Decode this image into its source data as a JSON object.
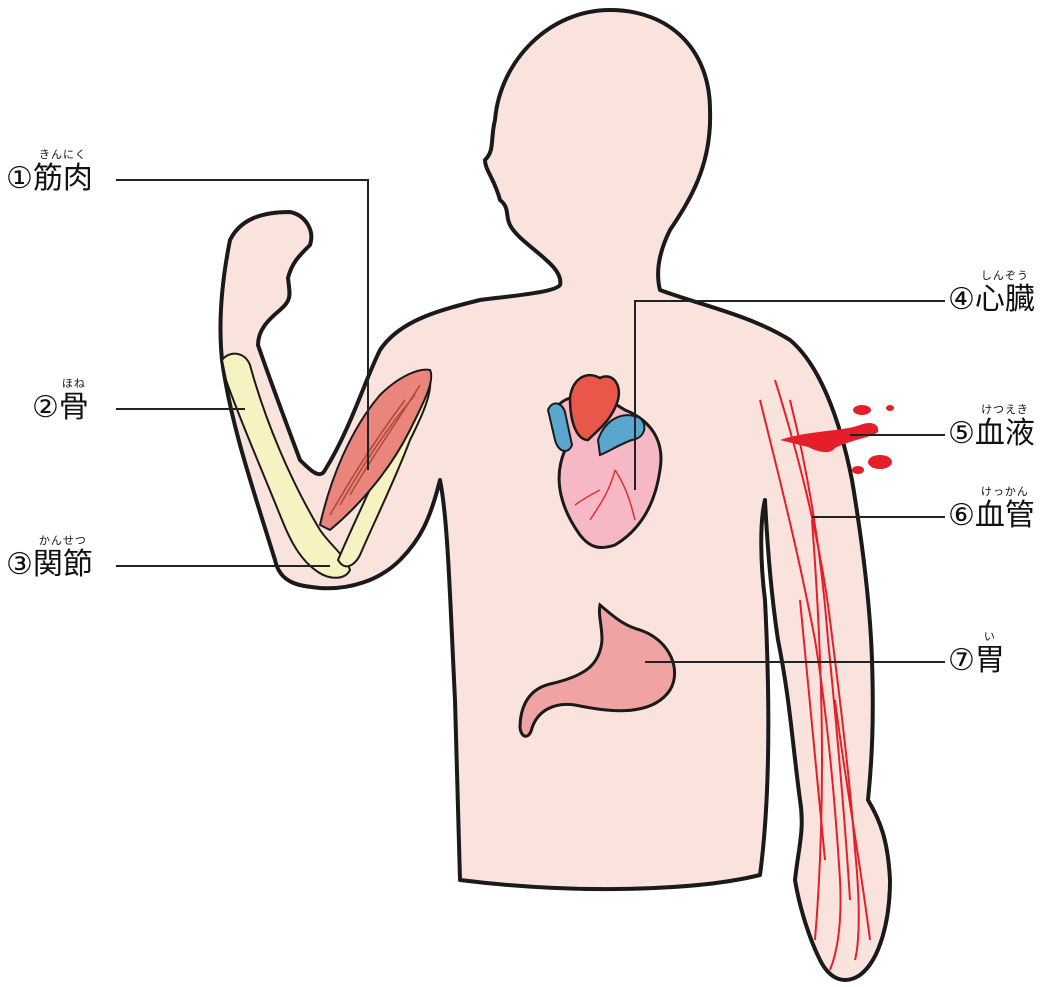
{
  "diagram": {
    "labels": [
      {
        "id": "muscle",
        "number": "①",
        "text": "筋肉",
        "reading": "きんにく"
      },
      {
        "id": "bone",
        "number": "②",
        "text": "骨",
        "reading": "ほね"
      },
      {
        "id": "joint",
        "number": "③",
        "text": "関節",
        "reading": "かんせつ"
      },
      {
        "id": "heart",
        "number": "④",
        "text": "心臓",
        "reading": "しんぞう"
      },
      {
        "id": "blood",
        "number": "⑤",
        "text": "血液",
        "reading": "けつえき"
      },
      {
        "id": "vessel",
        "number": "⑥",
        "text": "血管",
        "reading": "けっかん"
      },
      {
        "id": "stomach",
        "number": "⑦",
        "text": "胃",
        "reading": "い"
      }
    ],
    "colors": {
      "skin": "#fbe3dd",
      "outline": "#1a1a1a",
      "bone": "#f7f2c2",
      "muscle": "#e9857a",
      "heart": "#f5b8c4",
      "aorta": "#e9564a",
      "vein": "#5aa6cf",
      "blood": "#e51f2a",
      "stomach": "#f0a3a3"
    }
  }
}
